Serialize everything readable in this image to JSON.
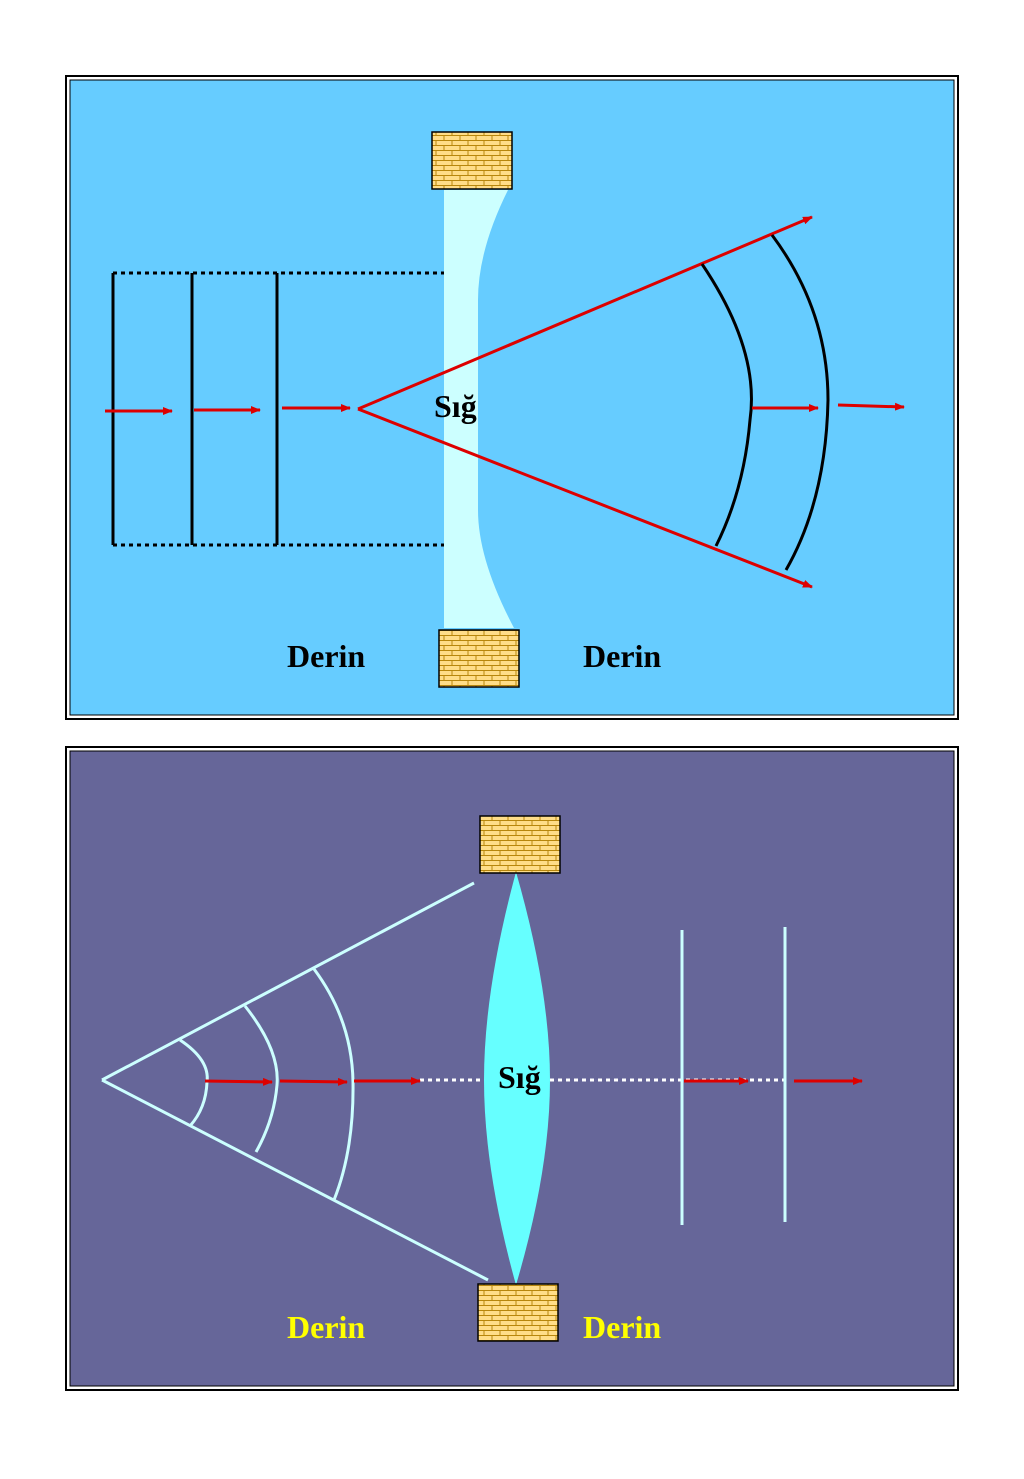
{
  "colors": {
    "top_background": "#66ccff",
    "bottom_background": "#666699",
    "shallow_region_top": "#ccffff",
    "shallow_region_bottom": "#66ffff",
    "wave_arrow": "#dd0000",
    "brick_fill": "#ffdd88",
    "brick_mortar": "#b8860b",
    "bottom_label": "#ffff00"
  },
  "top_panel": {
    "shallow_label": "Sığ",
    "left_label": "Derin",
    "right_label": "Derin"
  },
  "bottom_panel": {
    "shallow_label": "Sığ",
    "left_label": "Derin",
    "right_label": "Derin"
  }
}
